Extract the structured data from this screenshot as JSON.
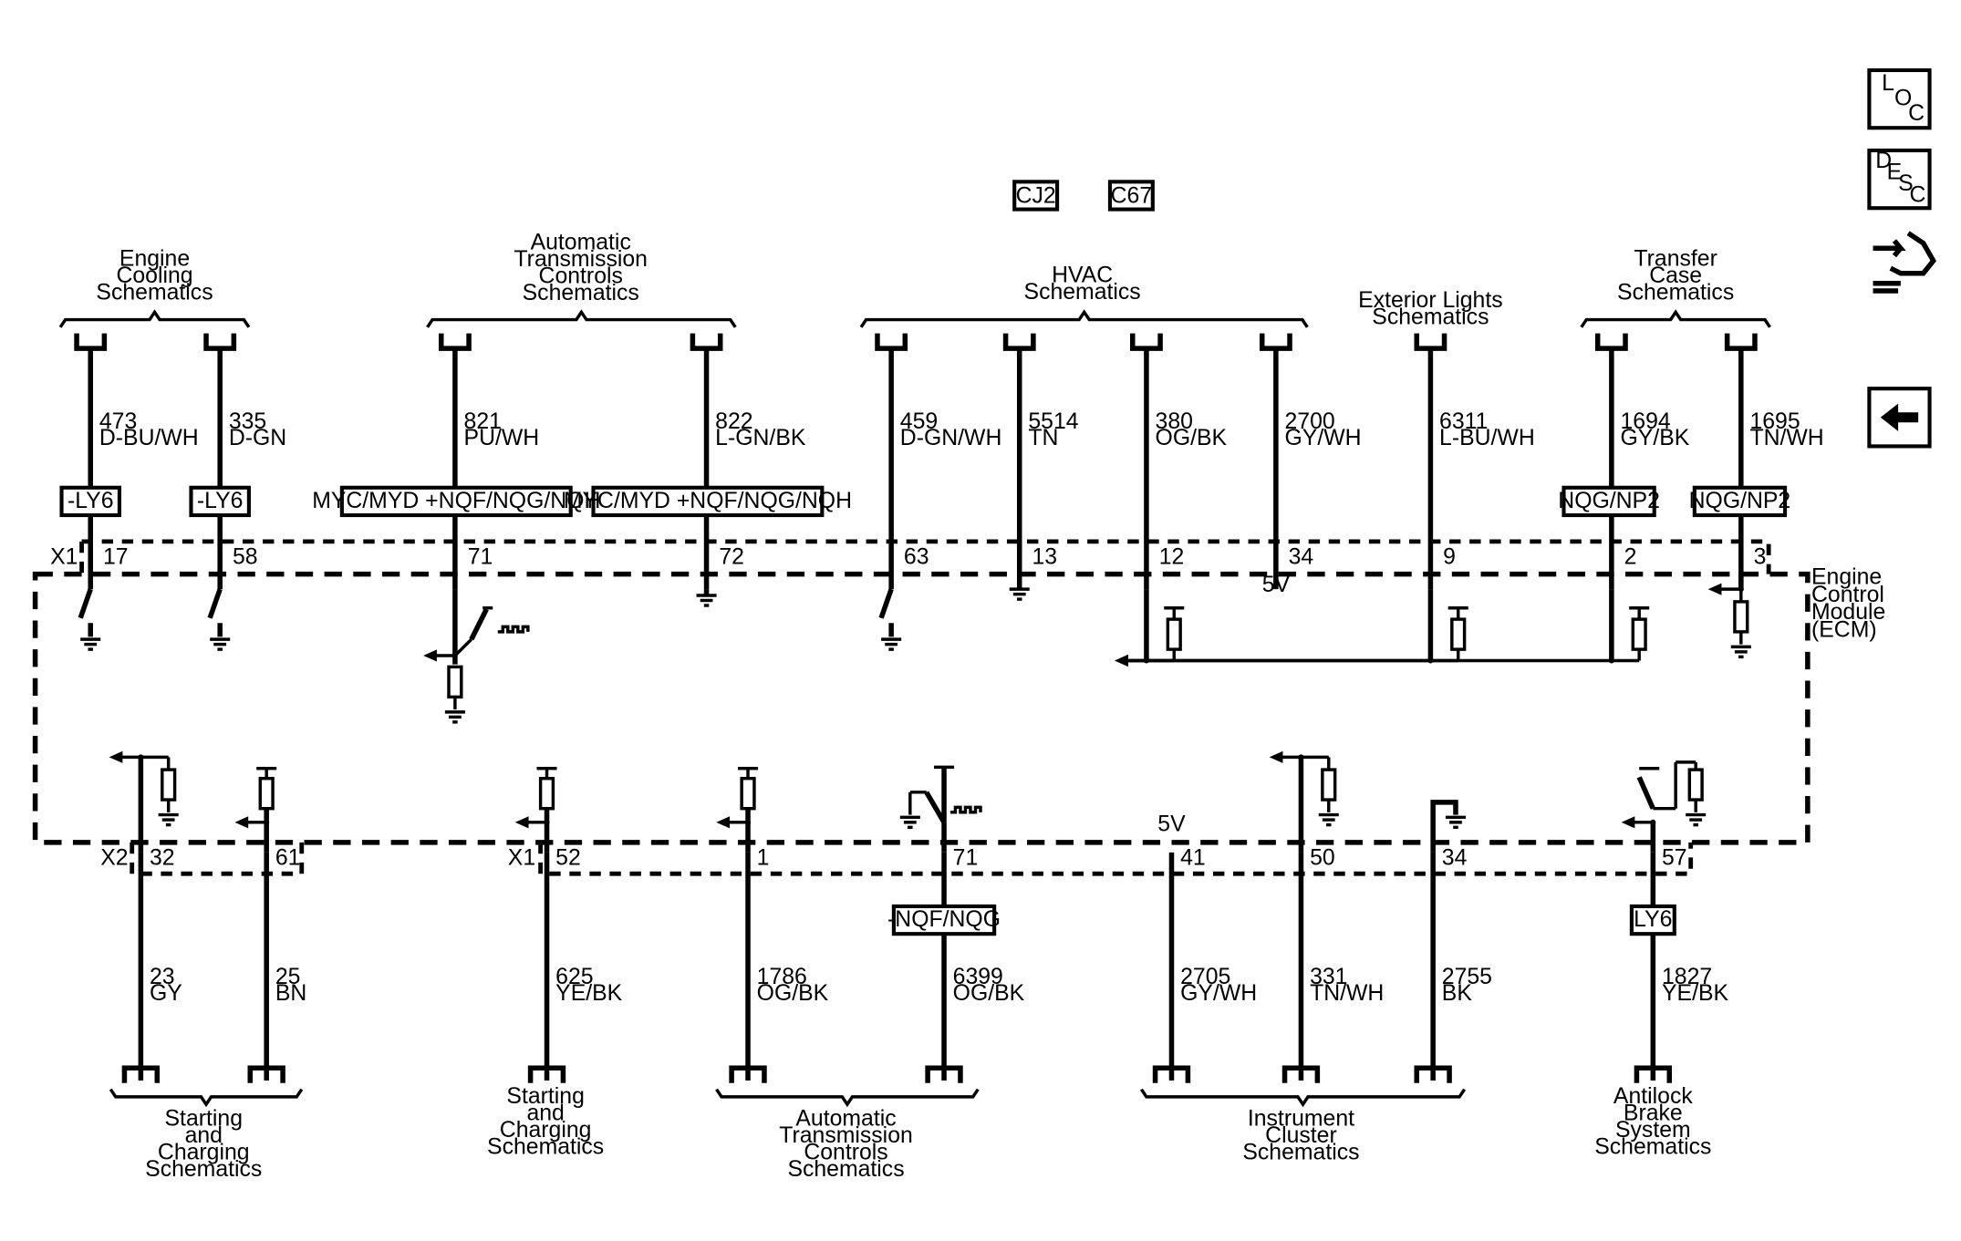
{
  "header_boxes": [
    "CJ2",
    "C67"
  ],
  "top_groups": [
    {
      "name": "cooling",
      "lines": [
        "Engine",
        "Cooling",
        "Schematics"
      ]
    },
    {
      "name": "trans",
      "lines": [
        "Automatic",
        "Transmission",
        "Controls",
        "Schematics"
      ]
    },
    {
      "name": "hvac",
      "lines": [
        "HVAC",
        "Schematics"
      ]
    },
    {
      "name": "exterior",
      "lines": [
        "Exterior Lights",
        "Schematics"
      ]
    },
    {
      "name": "transfer",
      "lines": [
        "Transfer",
        "Case",
        "Schematics"
      ]
    }
  ],
  "top_circuits": [
    {
      "num": "473",
      "color": "D-BU/WH",
      "pin": "17",
      "option": "-LY6"
    },
    {
      "num": "335",
      "color": "D-GN",
      "pin": "58",
      "option": "-LY6"
    },
    {
      "num": "821",
      "color": "PU/WH",
      "pin": "71",
      "option": "MYC/MYD +NQF/NQG/NQH"
    },
    {
      "num": "822",
      "color": "L-GN/BK",
      "pin": "72",
      "option": "MYC/MYD +NQF/NQG/NQH"
    },
    {
      "num": "459",
      "color": "D-GN/WH",
      "pin": "63",
      "option": ""
    },
    {
      "num": "5514",
      "color": "TN",
      "pin": "13",
      "option": ""
    },
    {
      "num": "380",
      "color": "OG/BK",
      "pin": "12",
      "option": ""
    },
    {
      "num": "2700",
      "color": "GY/WH",
      "pin": "34",
      "option": ""
    },
    {
      "num": "6311",
      "color": "L-BU/WH",
      "pin": "9",
      "option": ""
    },
    {
      "num": "1694",
      "color": "GY/BK",
      "pin": "2",
      "option": "NQG/NP2"
    },
    {
      "num": "1695",
      "color": "TN/WH",
      "pin": "3",
      "option": "NQG/NP2"
    }
  ],
  "connectors": {
    "x1_top": "X1",
    "x2_bottom": "X2",
    "x1_bottom": "X1"
  },
  "voltage_labels": {
    "top_34": "5V",
    "bottom_41": "5V"
  },
  "module_label": [
    "Engine",
    "Control",
    "Module",
    "(ECM)"
  ],
  "bottom_circuits": [
    {
      "num": "23",
      "color": "GY",
      "pin": "32",
      "option": ""
    },
    {
      "num": "25",
      "color": "BN",
      "pin": "61",
      "option": ""
    },
    {
      "num": "625",
      "color": "YE/BK",
      "pin": "52",
      "option": ""
    },
    {
      "num": "1786",
      "color": "OG/BK",
      "pin": "1",
      "option": ""
    },
    {
      "num": "6399",
      "color": "OG/BK",
      "pin": "71",
      "option": "-NQF/NQG"
    },
    {
      "num": "2705",
      "color": "GY/WH",
      "pin": "41",
      "option": ""
    },
    {
      "num": "331",
      "color": "TN/WH",
      "pin": "50",
      "option": ""
    },
    {
      "num": "2755",
      "color": "BK",
      "pin": "34",
      "option": ""
    },
    {
      "num": "1827",
      "color": "YE/BK",
      "pin": "57",
      "option": "LY6"
    }
  ],
  "bottom_groups": [
    {
      "name": "starting1",
      "lines": [
        "Starting",
        "and",
        "Charging",
        "Schematics"
      ]
    },
    {
      "name": "starting2",
      "lines": [
        "Starting",
        "and",
        "Charging",
        "Schematics"
      ]
    },
    {
      "name": "trans2",
      "lines": [
        "Automatic",
        "Transmission",
        "Controls",
        "Schematics"
      ]
    },
    {
      "name": "cluster",
      "lines": [
        "Instrument",
        "Cluster",
        "Schematics"
      ]
    },
    {
      "name": "abs",
      "lines": [
        "Antilock",
        "Brake",
        "System",
        "Schematics"
      ]
    }
  ],
  "nav_icons": [
    {
      "name": "loc-icon",
      "letters": [
        "L",
        "O",
        "C"
      ]
    },
    {
      "name": "desc-icon",
      "letters": [
        "D",
        "E",
        "S",
        "C"
      ]
    },
    {
      "name": "connector-repair-icon"
    },
    {
      "name": "back-arrow-icon"
    }
  ]
}
